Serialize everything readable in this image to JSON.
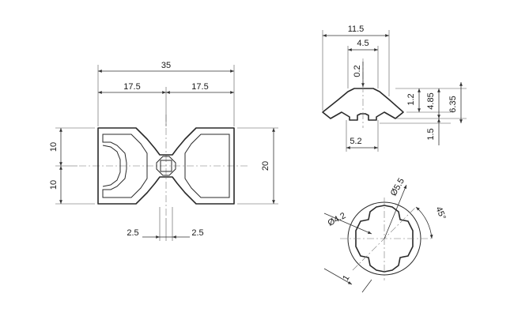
{
  "labels": {
    "width_total": "35",
    "half_left": "17.5",
    "half_right": "17.5",
    "height_top": "10",
    "height_bottom": "10",
    "height_total": "20",
    "slot_left": "2.5",
    "slot_right": "2.5",
    "slot_width_total": "11.5",
    "slot_inner_width": "4.5",
    "slot_depth_small": "0.2",
    "slot_opening": "5.2",
    "slot_h1": "1.2",
    "slot_h2": "4.85",
    "slot_h3": "6.35",
    "slot_lip": "1.5",
    "core_outer_dia": "Ø5.5",
    "core_inner_dia": "Ø4.2",
    "core_angle": "45°",
    "core_wall": "1"
  }
}
